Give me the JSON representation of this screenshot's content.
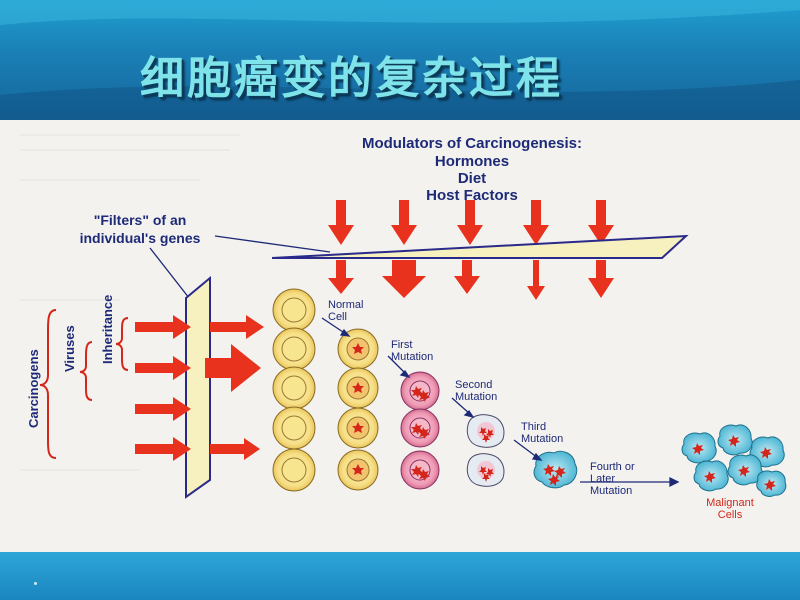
{
  "slide": {
    "title": "细胞癌变的复杂过程"
  },
  "diagram": {
    "modulators": {
      "heading": "Modulators of Carcinogenesis:",
      "line2": "Hormones",
      "line3": "Diet",
      "line4": "Host Factors"
    },
    "filters_label_1": "\"Filters\" of an",
    "filters_label_2": "individual's genes",
    "carcinogens": "Carcinogens",
    "viruses": "Viruses",
    "inheritance": "Inheritance",
    "normal_1": "Normal",
    "normal_2": "Cell",
    "first_1": "First",
    "first_2": "Mutation",
    "second_1": "Second",
    "second_2": "Mutation",
    "third_1": "Third",
    "third_2": "Mutation",
    "fourth_1": "Fourth or",
    "fourth_2": "Later",
    "fourth_3": "Mutation",
    "malignant_1": "Malignant",
    "malignant_2": "Cells"
  },
  "colors": {
    "arrow_red": "#e8321e",
    "filter_fill": "#f7f1c0",
    "filter_stroke": "#2a2a8a",
    "label_navy": "#1d2a78",
    "malignant_red": "#d4261a",
    "cell_yellow": "#f6e08a",
    "cell_pink": "#ef9bb5",
    "cell_blue": "#5bc4dc"
  }
}
